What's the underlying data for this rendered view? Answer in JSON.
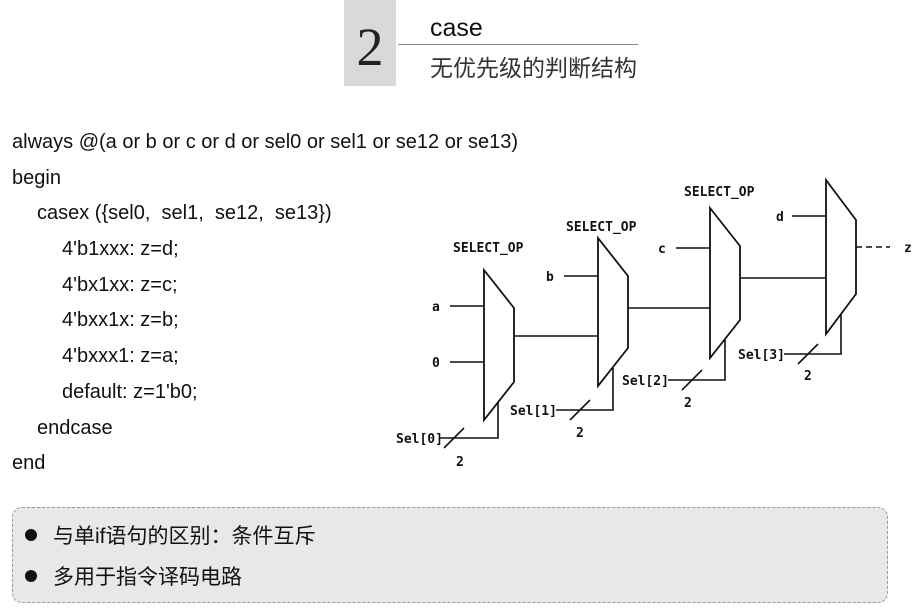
{
  "header": {
    "number": "2",
    "title": "case",
    "subtitle": "无优先级的判断结构"
  },
  "code": {
    "lines": [
      "always @(a or b or c or d or sel0 or sel1 or se12 or se13)",
      "begin",
      "casex ({sel0,  sel1,  se12,  se13})",
      "4'b1xxx: z=d;",
      "4'bx1xx: z=c;",
      "4'bxx1x: z=b;",
      "4'bxxx1: z=a;",
      "default: z=1'b0;",
      "endcase",
      "end"
    ]
  },
  "diagram": {
    "mux_label": "SELECT_OP",
    "inputs": {
      "a": "a",
      "zero": "0",
      "b": "b",
      "c": "c",
      "d": "d"
    },
    "output": "z",
    "selects": [
      "Sel[0]",
      "Sel[1]",
      "Sel[2]",
      "Sel[3]"
    ],
    "bus_width": "2"
  },
  "notes": [
    "与单if语句的区别：条件互斥",
    "多用于指令译码电路"
  ]
}
